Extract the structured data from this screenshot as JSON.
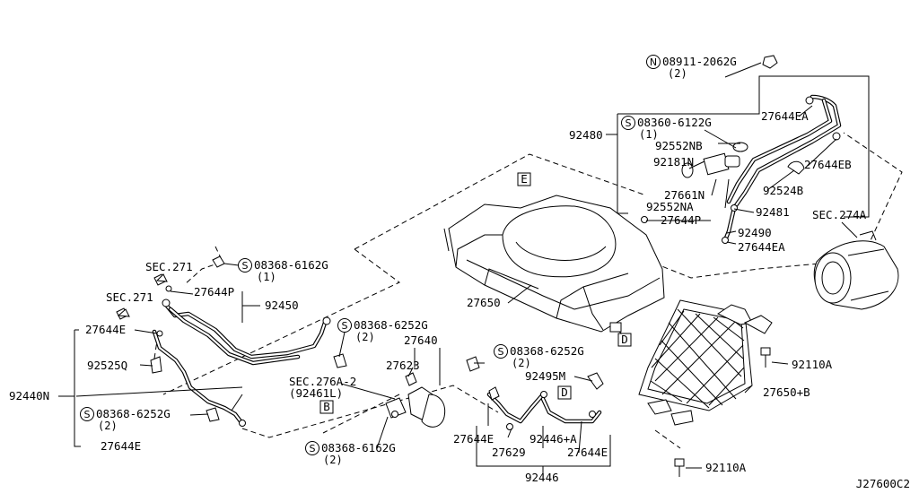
{
  "diagram_id": "J27600C2",
  "labels": {
    "p1": "08911-2062G",
    "p1q": "(2)",
    "p2": "08360-6122G",
    "p2q": "(1)",
    "p3": "92552NB",
    "p4": "27644EA",
    "p5": "92480",
    "p6": "92181N",
    "p7": "27644EB",
    "p8": "27661N",
    "p9": "92524B",
    "p10": "92552NA",
    "p11": "92481",
    "p12": "27644P",
    "p13": "92490",
    "p14": "27644EA",
    "p15": "SEC.274A",
    "p16": "E",
    "p17": "SEC.271",
    "p18": "08368-6162G",
    "p18q": "(1)",
    "p19": "SEC.271",
    "p20": "27644P",
    "p21": "92450",
    "p22": "27650",
    "p23": "27644E",
    "p24": "08368-6252G",
    "p24q": "(2)",
    "p25": "27640",
    "p26": "D",
    "p27": "92525Q",
    "p28": "27623",
    "p29": "92110A",
    "p30": "SEC.276A-2",
    "p31": "(92461L)",
    "p32": "08368-6252G",
    "p32q": "(2)",
    "p33": "92495M",
    "p34": "92440N",
    "p35": "B",
    "p36": "D",
    "p37": "27650+B",
    "p38": "08368-6252G",
    "p38q": "(2)",
    "p39": "27644E",
    "p40": "92446+A",
    "p41": "27644E",
    "p42": "08368-6162G",
    "p42q": "(2)",
    "p43": "27629",
    "p44": "27644E",
    "p45": "92110A",
    "p46": "92446"
  },
  "symbols": {
    "N": "N",
    "S": "S"
  }
}
